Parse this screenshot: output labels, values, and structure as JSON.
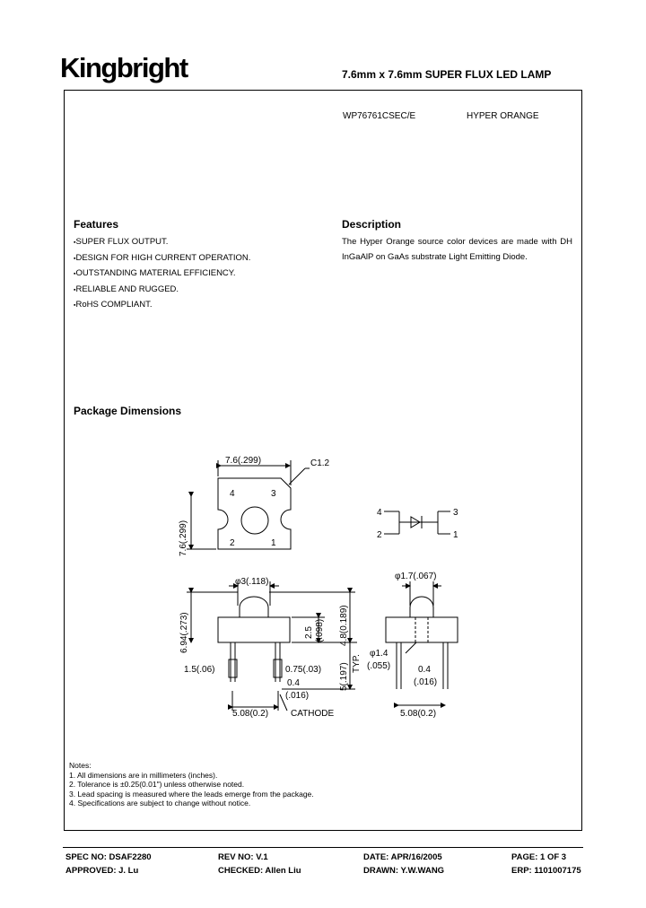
{
  "header": {
    "logo": "Kingbright",
    "title": "7.6mm x 7.6mm SUPER FLUX  LED  LAMP"
  },
  "part": {
    "number": "WP76761CSEC/E",
    "color": "HYPER ORANGE"
  },
  "features": {
    "heading": "Features",
    "items": [
      "SUPER FLUX OUTPUT.",
      "DESIGN FOR HIGH CURRENT OPERATION.",
      "OUTSTANDING MATERIAL EFFICIENCY.",
      "RELIABLE AND RUGGED.",
      "RoHS COMPLIANT."
    ]
  },
  "description": {
    "heading": "Description",
    "text": "The Hyper Orange source color devices are made with DH InGaAlP on GaAs substrate Light Emitting Diode."
  },
  "package": {
    "heading": "Package Dimensions",
    "top_view": {
      "width_label": "7.6(.299)",
      "height_label": "7.6(.299)",
      "chamfer_label": "C1.2",
      "pins": [
        "4",
        "3",
        "2",
        "1"
      ]
    },
    "schematic": {
      "pins": [
        "4",
        "2",
        "3",
        "1"
      ]
    },
    "side_view": {
      "lens_dia": "φ3(.118)",
      "height": "6.94(.273)",
      "dome": "2.5",
      "dome_in": "(.098)",
      "body": "4.8(0.189)",
      "typ": "TYP.",
      "lead_len": "5(.197)",
      "lead_w": "1.5(.06)",
      "lead_w2": "0.75(.03)",
      "lead_t": "0.4",
      "lead_t_in": "(.016)",
      "spacing": "5.08(0.2)",
      "cathode": "CATHODE"
    },
    "front_view": {
      "lens_dia": "φ1.7(.067)",
      "hole": "φ1.4",
      "hole_in": "(.055)",
      "lead_t": "0.4",
      "lead_t_in": "(.016)",
      "spacing": "5.08(0.2)"
    }
  },
  "notes": {
    "title": "Notes:",
    "items": [
      "1. All dimensions are in millimeters (inches).",
      "2. Tolerance is ±0.25(0.01\") unless otherwise noted.",
      "3. Lead spacing is measured where the leads emerge from the package.",
      "4. Specifications are subject to change without notice."
    ]
  },
  "footer": {
    "spec_no": "SPEC NO: DSAF2280",
    "rev_no": "REV NO: V.1",
    "date": "DATE: APR/16/2005",
    "page": "PAGE:  1 OF 3",
    "approved": "APPROVED: J. Lu",
    "checked": "CHECKED: Allen Liu",
    "drawn": "DRAWN: Y.W.WANG",
    "erp": "ERP: 1101007175"
  }
}
